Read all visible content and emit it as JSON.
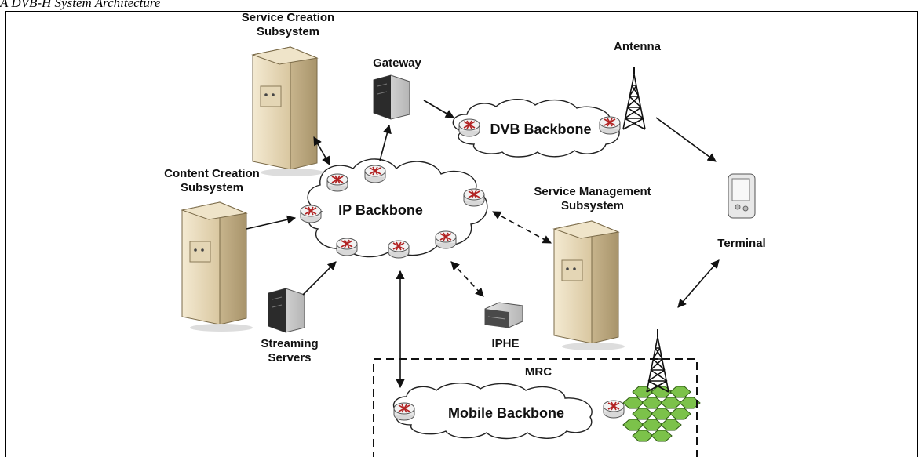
{
  "caption": "A DVB-H System Architecture",
  "labels": {
    "service_creation": "Service Creation\nSubsystem",
    "gateway": "Gateway",
    "antenna": "Antenna",
    "content_creation": "Content Creation\nSubsystem",
    "service_management": "Service Management\nSubsystem",
    "terminal": "Terminal",
    "streaming_servers": "Streaming\nServers",
    "iphe": "IPHE",
    "mrc": "MRC"
  },
  "clouds": {
    "ip_backbone": "IP Backbone",
    "dvb_backbone": "DVB Backbone",
    "mobile_backbone": "Mobile Backbone"
  },
  "colors": {
    "server_body": "#e9dcc0",
    "cell_green": "#7cc24a",
    "cloud_fill": "#ffffff",
    "line": "#111111"
  }
}
